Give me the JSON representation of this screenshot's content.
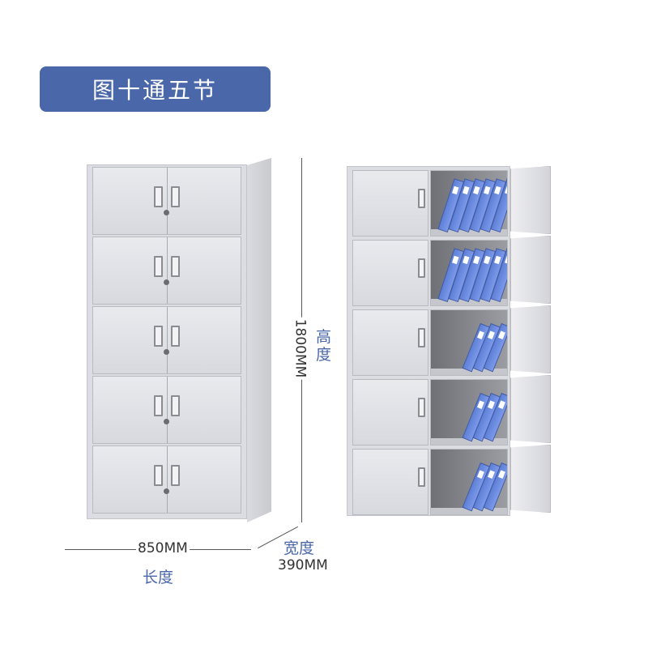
{
  "title": "图十通五节",
  "dimensions": {
    "height_value": "1800MM",
    "height_label": "高度",
    "length_value": "850MM",
    "length_label": "长度",
    "width_value": "390MM",
    "width_label": "宽度"
  },
  "closed_cabinet": {
    "sections": 5
  },
  "open_cabinet": {
    "sections": 5,
    "binders_per_section": [
      6,
      6,
      3,
      3,
      3
    ]
  },
  "colors": {
    "title_bg": "#4a67a9",
    "label_blue": "#4a67a9",
    "binder": "#6b8be0",
    "cabinet": "#dcdde2"
  }
}
